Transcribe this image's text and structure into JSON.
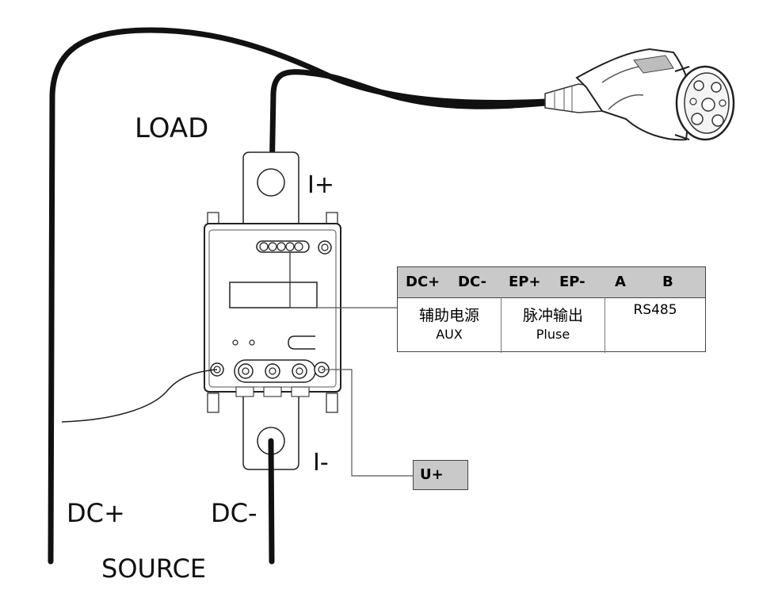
{
  "labels": {
    "load": "LOAD",
    "i_plus": "I+",
    "i_minus": "I-",
    "dc_plus": "DC+",
    "dc_minus": "DC-",
    "source": "SOURCE"
  },
  "terminal_table": {
    "headers": [
      "DC+",
      "DC-",
      "EP+",
      "EP-",
      "A",
      "B"
    ],
    "groups": [
      {
        "cn": "辅助电源",
        "en": "AUX"
      },
      {
        "cn": "脉冲输出",
        "en": "Pluse"
      },
      {
        "cn": "",
        "en": "RS485"
      }
    ]
  },
  "u_plus_box": "U+",
  "colors": {
    "cable": "#111111",
    "header_fill": "#c9c9c9",
    "line": "#555555"
  }
}
